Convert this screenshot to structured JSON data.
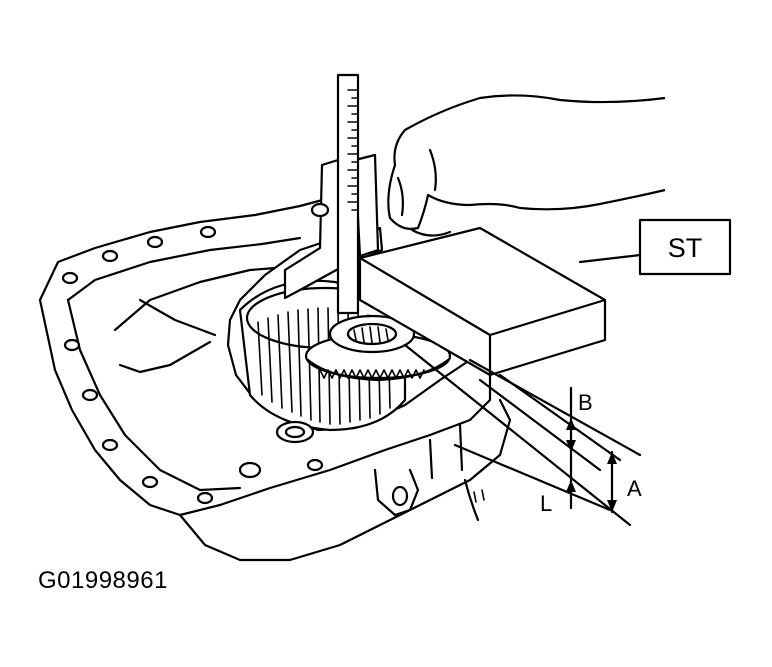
{
  "labels": {
    "special_tool": "ST",
    "dim_a": "A",
    "dim_b": "B",
    "dim_l": "L"
  },
  "figure_id": "G01998961",
  "colors": {
    "ink": "#000000",
    "paper": "#ffffff"
  }
}
